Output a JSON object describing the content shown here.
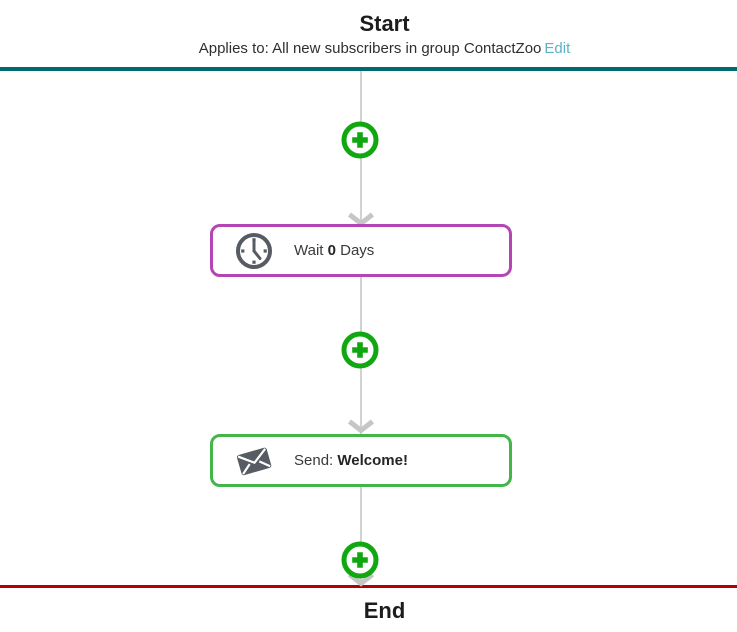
{
  "header": {
    "title": "Start",
    "subtitle": "Applies to: All new subscribers in group ContactZoo",
    "edit_label": "Edit"
  },
  "flow": {
    "nodes": [
      {
        "type": "delay",
        "icon": "clock-icon",
        "prefix": "Wait ",
        "bold": "0",
        "suffix": " Days",
        "border_color": "#b545b5"
      },
      {
        "type": "email",
        "icon": "envelope-icon",
        "prefix": "Send: ",
        "bold": "Welcome!",
        "suffix": "",
        "border_color": "#42b649"
      }
    ]
  },
  "footer": {
    "title": "End"
  },
  "icons": {
    "add_step": "plus-circle-icon",
    "connector_arrow": "chevron-down-icon",
    "wait_step": "clock-icon",
    "email_step": "envelope-icon"
  },
  "colors": {
    "start_divider_teal": "#00696e",
    "end_divider_red": "#b20000",
    "edit_link_teal": "#58b4c2",
    "plus_green": "#11a711",
    "node_border_green": "#42b649",
    "node_border_purple": "#b545b5",
    "icon_gray": "#565b64",
    "connector_gray": "#d2d2d2",
    "arrow_gray": "#c6c6c6"
  }
}
